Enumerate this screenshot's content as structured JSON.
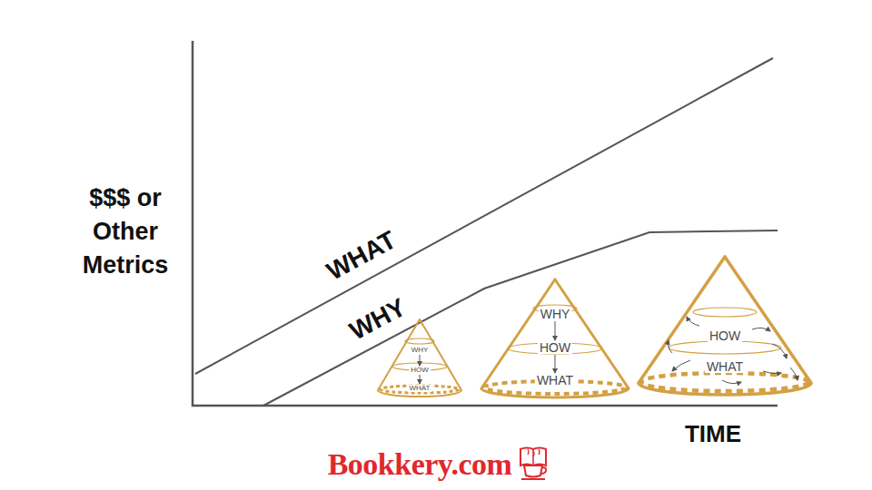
{
  "diagram": {
    "nodes": [
      {
        "text": [
          "WHY",
          "HOW",
          "WHAT"
        ]
      },
      {
        "text": [
          "WHY",
          "HOW",
          "WHAT"
        ]
      },
      {
        "text": [
          "HOW",
          "WHAT"
        ]
      }
    ],
    "labels": [
      "$$$ or Other Metrics",
      "WHAT",
      "WHY",
      "TIME",
      "Bookkery.com"
    ]
  }
}
